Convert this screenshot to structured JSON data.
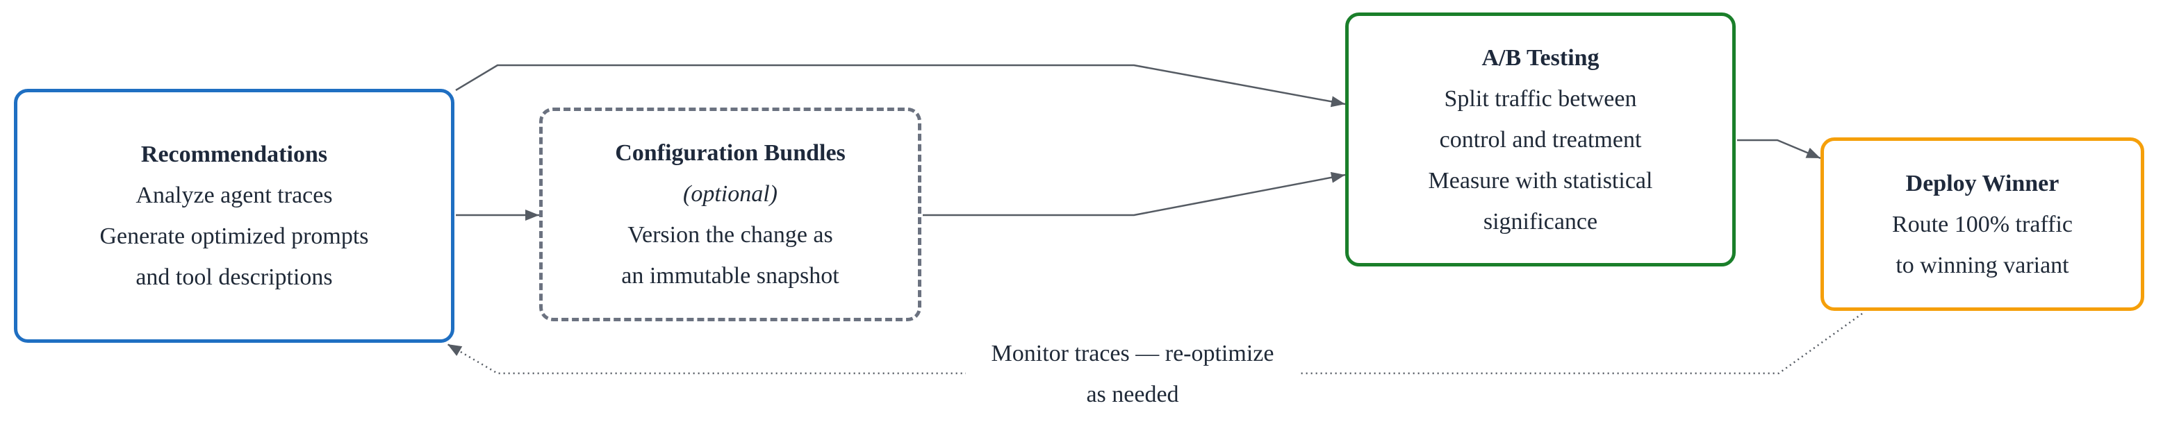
{
  "nodes": {
    "recommendations": {
      "title": "Recommendations",
      "lines": [
        "Analyze agent traces",
        "Generate optimized prompts",
        "and tool descriptions"
      ]
    },
    "configuration_bundles": {
      "title": "Configuration Bundles",
      "subtitle": "(optional)",
      "lines": [
        "Version the change as",
        "an immutable snapshot"
      ]
    },
    "ab_testing": {
      "title": "A/B Testing",
      "lines": [
        "Split traffic between",
        "control and treatment",
        "Measure with statistical",
        "significance"
      ]
    },
    "deploy_winner": {
      "title": "Deploy Winner",
      "lines": [
        "Route 100% traffic",
        "to winning variant"
      ]
    }
  },
  "feedback_edge": {
    "label_line1": "Monitor traces — re-optimize",
    "label_line2": "as needed"
  },
  "colors": {
    "recommendations_border": "#1f6fc2",
    "configuration_border": "#6b7280",
    "ab_testing_border": "#1a7f2a",
    "deploy_border": "#f59f0a",
    "edge": "#555b63"
  }
}
